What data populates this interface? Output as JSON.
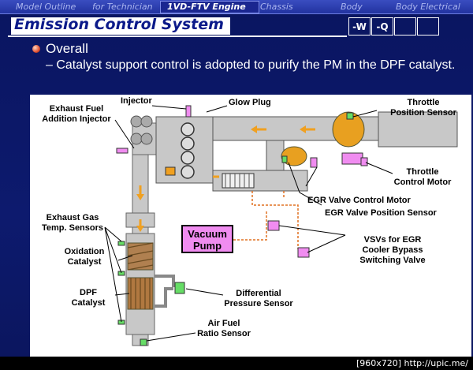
{
  "nav": {
    "items": [
      "Model Outline",
      "for Technician",
      "1VD-FTV Engine",
      "Chassis",
      "Body",
      "Body Electrical"
    ],
    "active": "1VD-FTV Engine"
  },
  "title": "Emission Control System",
  "codes": [
    "-W",
    "-Q",
    "",
    ""
  ],
  "bullets": {
    "main": "Overall",
    "sub": "– Catalyst support control is adopted to purify the PM in the DPF catalyst."
  },
  "diagram": {
    "labels": {
      "injector": "Injector",
      "glow_plug": "Glow Plug",
      "exhaust_fuel": [
        "Exhaust Fuel",
        "Addition Injector"
      ],
      "throttle_pos": [
        "Throttle",
        "Position Sensor"
      ],
      "throttle_motor": [
        "Throttle",
        "Control Motor"
      ],
      "egr_motor": "EGR Valve Control Motor",
      "egr_pos": "EGR Valve Position Sensor",
      "exhaust_temp": [
        "Exhaust Gas",
        "Temp. Sensors"
      ],
      "oxidation": [
        "Oxidation",
        "Catalyst"
      ],
      "vacuum": [
        "Vacuum",
        "Pump"
      ],
      "vsv": [
        "VSVs for EGR",
        "Cooler Bypass",
        "Switching Valve"
      ],
      "dpf": [
        "DPF",
        "Catalyst"
      ],
      "diff_pressure": [
        "Differential",
        "Pressure Sensor"
      ],
      "air_fuel": [
        "Air Fuel",
        "Ratio Sensor"
      ]
    }
  },
  "footer": "[960x720] http://upic.me/",
  "colors": {
    "slide_bg": "#0d1a6e",
    "component_pink": "#f08cf0",
    "sensor_green": "#66dd66",
    "flow_orange": "#f0a020"
  }
}
